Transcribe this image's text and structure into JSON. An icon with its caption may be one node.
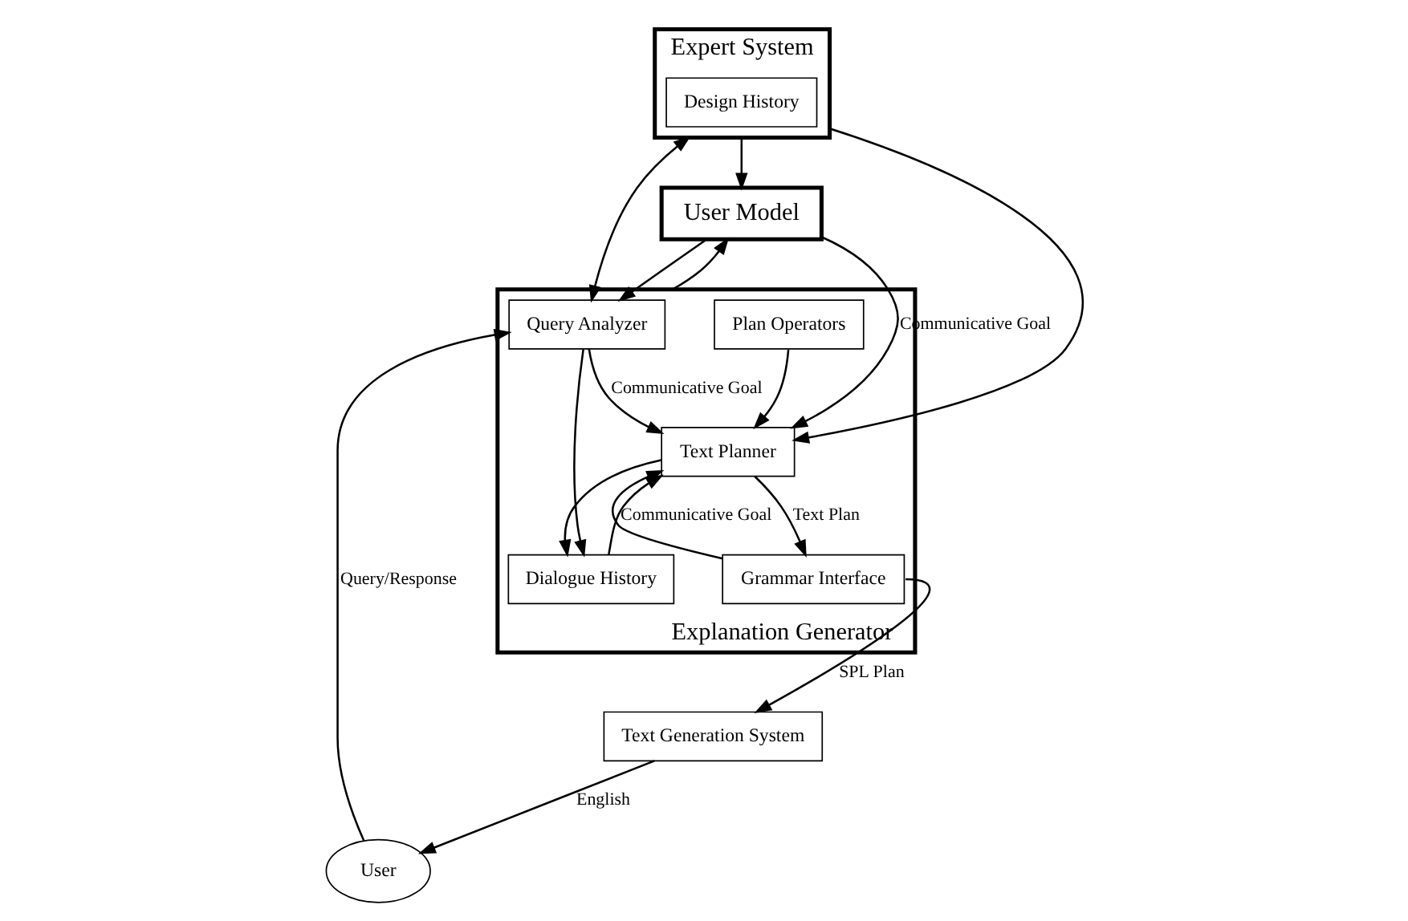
{
  "diagram": {
    "nodes": [
      {
        "text": [
          "Expert System"
        ]
      },
      {
        "text": [
          "Design History"
        ],
        "in": 0
      },
      {
        "text": [
          "User Model"
        ]
      },
      {
        "text": [
          "Explanation Generator"
        ]
      },
      {
        "text": [
          "Query Analyzer"
        ],
        "in": 3
      },
      {
        "text": [
          "Text Planner"
        ],
        "in": 3
      },
      {
        "text": [
          "Grammar Interface"
        ],
        "in": 3
      },
      {
        "text": [
          "Dialogue History"
        ],
        "in": 3
      },
      {
        "text": [
          "Plan Operators"
        ],
        "in": 3
      },
      {
        "text": [
          "Text Generation System"
        ]
      },
      {
        "text": [
          "User"
        ]
      }
    ],
    "edges": [
      {
        "from": 0,
        "to": 2,
        "arrow": "to"
      },
      {
        "from": 0,
        "to": 5,
        "arrow": "to"
      },
      {
        "from": 0,
        "to": 4,
        "arrow": "both"
      },
      {
        "from": 2,
        "to": 4,
        "arrow": "to"
      },
      {
        "from": 2,
        "to": 5,
        "label": "Communicative Goal",
        "arrow": "to"
      },
      {
        "from": 3,
        "to": 2,
        "arrow": "to"
      },
      {
        "from": 4,
        "to": 5,
        "label": "Communicative Goal",
        "arrow": "to"
      },
      {
        "from": 6,
        "to": 5,
        "label": "Communicative Goal",
        "arrow": "to"
      },
      {
        "from": 5,
        "to": 6,
        "label": "Text Plan",
        "arrow": "to"
      },
      {
        "from": 5,
        "to": 7,
        "arrow": "to"
      },
      {
        "from": 7,
        "to": 5,
        "arrow": "to"
      },
      {
        "from": 8,
        "to": 5,
        "arrow": "to"
      },
      {
        "from": 4,
        "to": 7,
        "arrow": "to"
      },
      {
        "from": 6,
        "to": 9,
        "label": "SPL Plan",
        "arrow": "to"
      },
      {
        "from": 9,
        "to": 10,
        "label": "English",
        "arrow": "to"
      },
      {
        "from": 10,
        "to": 4,
        "label": "Query/Response",
        "arrow": "to"
      }
    ]
  }
}
